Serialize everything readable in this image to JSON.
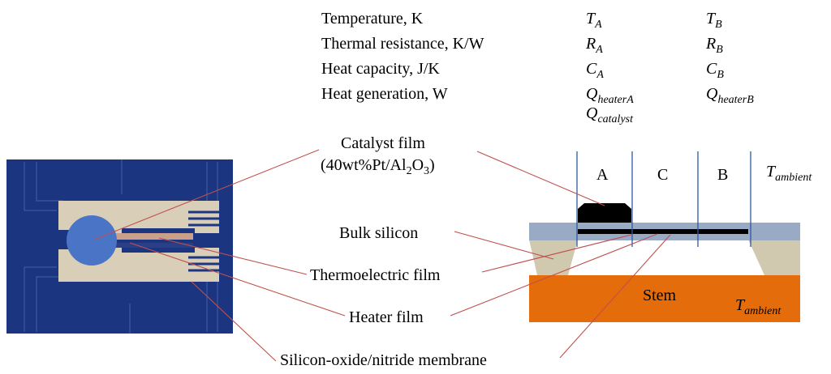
{
  "legend": {
    "rows": [
      {
        "label": "Temperature, K",
        "a_base": "T",
        "a_sub": "A",
        "b_base": "T",
        "b_sub": "B"
      },
      {
        "label": "Thermal resistance, K/W",
        "a_base": "R",
        "a_sub": "A",
        "b_base": "R",
        "b_sub": "B"
      },
      {
        "label": "Heat capacity, J/K",
        "a_base": "C",
        "a_sub": "A",
        "b_base": "C",
        "b_sub": "B"
      },
      {
        "label": "Heat generation, W",
        "a_base": "Q",
        "a_sub": "heaterA",
        "b_base": "Q",
        "b_sub": "heaterB"
      }
    ],
    "extra": {
      "base": "Q",
      "sub": "catalyst"
    }
  },
  "labels": {
    "catalyst_line1": "Catalyst film",
    "catalyst_line2_a": "(40wt%Pt/Al",
    "catalyst_line2_sub1": "2",
    "catalyst_line2_b": "O",
    "catalyst_line2_sub2": "3",
    "catalyst_line2_c": ")",
    "bulk_silicon": "Bulk silicon",
    "thermoelectric": "Thermoelectric film",
    "heater": "Heater film",
    "membrane": "Silicon-oxide/nitride membrane"
  },
  "cross_section": {
    "zones": [
      "A",
      "C",
      "B"
    ],
    "ambient_base": "T",
    "ambient_sub": "ambient",
    "stem": "Stem"
  },
  "colors": {
    "photo_background": "#1c3580",
    "catalyst_disc": "#4a74c6",
    "metal_pattern": "#d9ceb8",
    "membrane_layer": "#98aac4",
    "bulk_silicon": "#d0c9b0",
    "stem": "#e46c0a",
    "leader_line": "#c0504d",
    "zone_line": "#2e5a9c"
  }
}
